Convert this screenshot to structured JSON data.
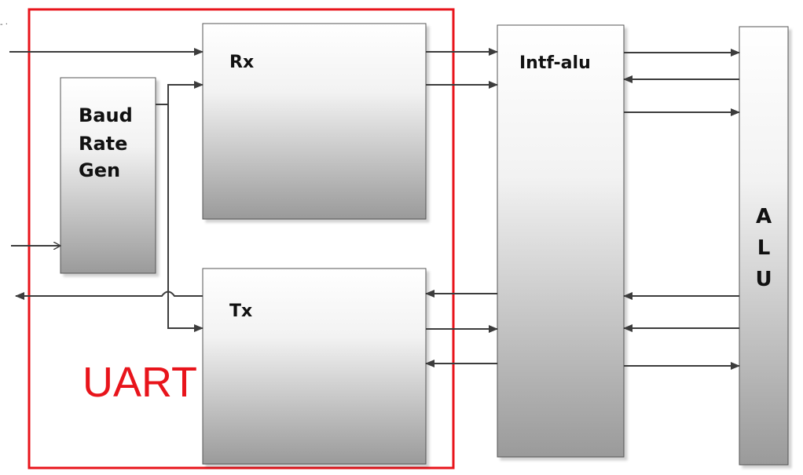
{
  "uart_label": "UART",
  "blocks": {
    "baud": {
      "lines": [
        "Baud",
        "Rate",
        "Gen"
      ]
    },
    "rx": {
      "label": "Rx"
    },
    "tx": {
      "label": "Tx"
    },
    "intf": {
      "label": "Intf-alu"
    },
    "alu": {
      "letters": [
        "A",
        "L",
        "U"
      ]
    }
  },
  "colors": {
    "uart_border": "#e8141b",
    "block_gradient_top": "#ffffff",
    "block_gradient_bottom": "#9a9a9a",
    "wire": "#3c3c3c"
  }
}
